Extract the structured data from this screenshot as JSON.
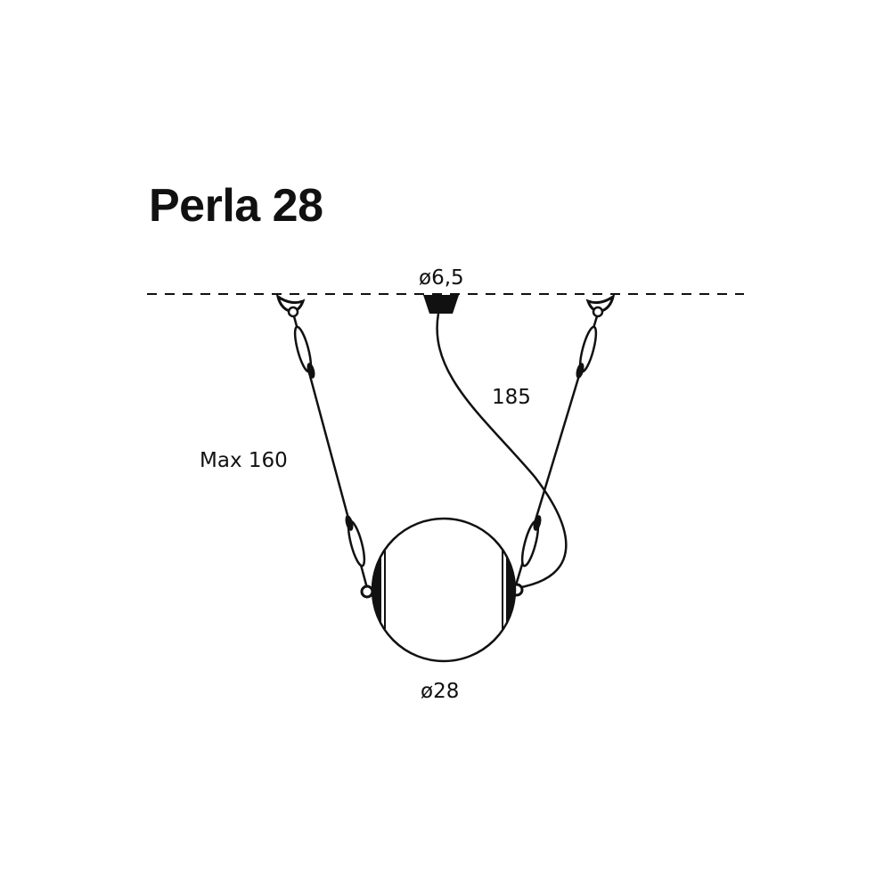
{
  "product": {
    "title": "Perla 28"
  },
  "dimensions": {
    "canopy_diameter": "ø6,5",
    "cable_length": "185",
    "suspension_length": "Max 160",
    "globe_diameter": "ø28"
  },
  "colors": {
    "ink": "#111111",
    "background": "#ffffff"
  }
}
